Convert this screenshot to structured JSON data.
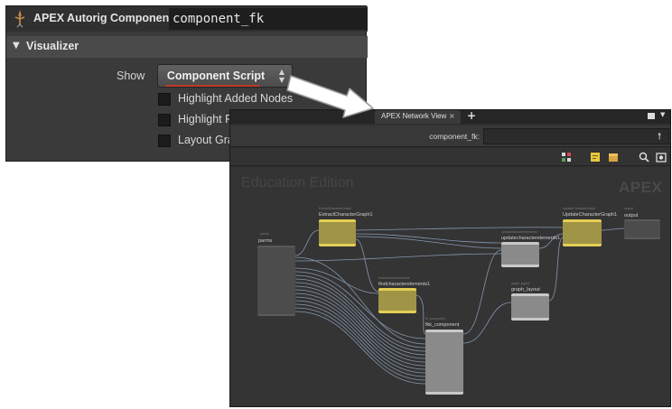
{
  "param_panel": {
    "node_type": "APEX Autorig Component",
    "node_name": "component_fk",
    "section_title": "Visualizer",
    "show_label": "Show",
    "show_value": "Component Script",
    "toggles": [
      {
        "label": "Highlight Added Nodes",
        "checked": false
      },
      {
        "label": "Highlight Reconnected Nodes",
        "checked": false
      },
      {
        "label": "Layout Graph",
        "checked": false
      }
    ]
  },
  "network_view": {
    "tab_label": "APEX Network View",
    "tab_close": "×",
    "tab_add": "+",
    "path_label": "component_fk:",
    "watermark_edition": "Education Edition",
    "watermark_brand": "APEX",
    "icons": {
      "grid": "grid-icon",
      "note": "sticky-note-icon",
      "box": "network-box-icon",
      "zoom": "zoom-icon",
      "snapshot": "screenshot-icon",
      "menu": "pane-menu-icon",
      "go": "jump-up-icon"
    },
    "nodes": [
      {
        "id": "parms",
        "title": "parms",
        "subtitle": "parms"
      },
      {
        "id": "extract",
        "title": "ExtractCharacterGraph1",
        "subtitle": "ExtractCharacterGraph"
      },
      {
        "id": "update_elem",
        "title": "updatecharacterelements1",
        "subtitle": "updatecharacterelements"
      },
      {
        "id": "update_graph",
        "title": "UpdateCharacterGraph1",
        "subtitle": "UpdateCharacterGraph"
      },
      {
        "id": "output",
        "title": "output",
        "subtitle": "output"
      },
      {
        "id": "find_elem",
        "title": "findcharacterelements1",
        "subtitle": "findcharacterelements"
      },
      {
        "id": "graph_layout",
        "title": "graph_layout",
        "subtitle": "graph_layout"
      },
      {
        "id": "fk_component",
        "title": "fkk_component",
        "subtitle": "fk_component"
      }
    ]
  },
  "colors": {
    "panel_bg": "#3a3a3a",
    "network_bg": "#343434",
    "yellow_node": "#e3cf55",
    "gray_node": "#c8c8c8",
    "accent_red": "#c0392b"
  }
}
